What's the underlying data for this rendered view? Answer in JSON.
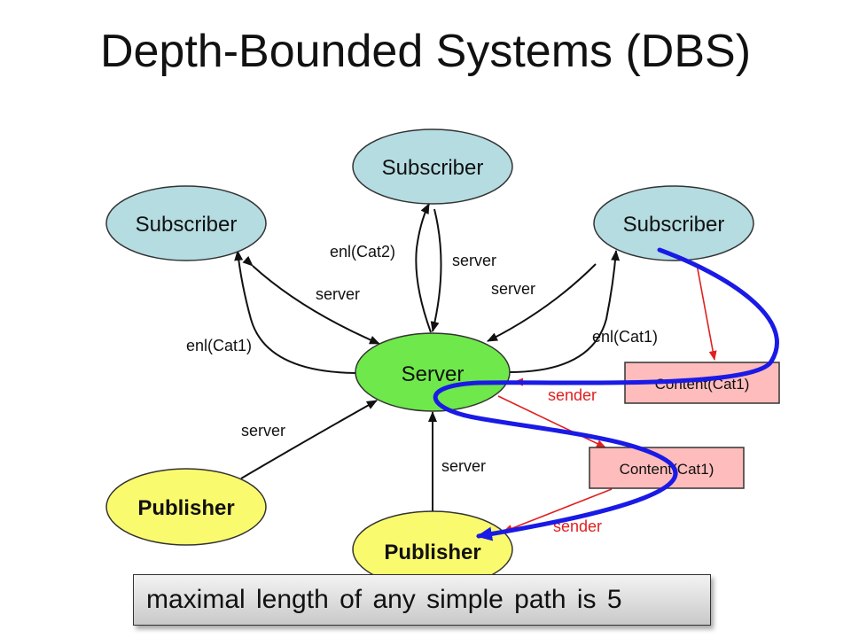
{
  "slide": {
    "title": "Depth-Bounded Systems (DBS)",
    "summary": "maximal length of any simple path is 5"
  },
  "nodes": {
    "subscriber_top": "Subscriber",
    "subscriber_left": "Subscriber",
    "subscriber_right": "Subscriber",
    "server": "Server",
    "publisher_left": "Publisher",
    "publisher_bottom": "Publisher",
    "content_right": "Content(Cat1)",
    "content_lower": "Content(Cat1)"
  },
  "edges": {
    "sub_left_server": "server",
    "sub_left_enl": "enl(Cat1)",
    "sub_top_enl": "enl(Cat2)",
    "sub_top_server": "server",
    "sub_right_server": "server",
    "sub_right_enl": "enl(Cat1)",
    "pub_left_server": "server",
    "pub_bottom_server": "server",
    "content_right_sender": "sender",
    "content_lower_sender": "sender"
  },
  "colors": {
    "subscriber_fill": "#b4dce1",
    "server_fill": "#6ee84a",
    "publisher_fill": "#fafa6e",
    "content_fill": "#ffbcbc",
    "red_edge": "#e02020",
    "path_highlight": "#1a1ae6"
  }
}
